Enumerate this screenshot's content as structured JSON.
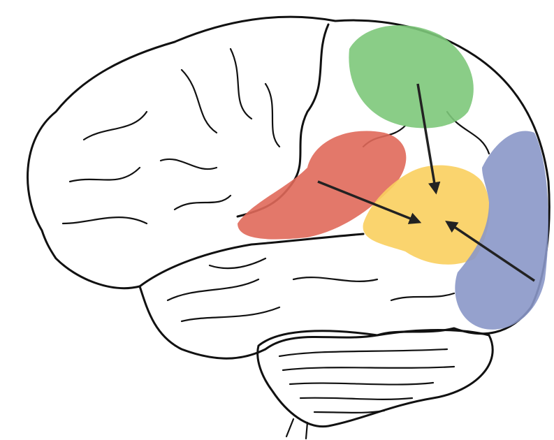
{
  "diagram": {
    "colors": {
      "outline": "#111111",
      "background": "#ffffff",
      "arrow": "#222222"
    },
    "regions": [
      {
        "id": "green-region",
        "color": "#7dc87a"
      },
      {
        "id": "red-region",
        "color": "#e0695a"
      },
      {
        "id": "yellow-region",
        "color": "#f9cf5e"
      },
      {
        "id": "blue-region",
        "color": "#8a97c8"
      }
    ],
    "arrows": [
      {
        "from": "green-region",
        "to": "yellow-region"
      },
      {
        "from": "red-region",
        "to": "yellow-region"
      },
      {
        "from": "blue-region",
        "to": "yellow-region"
      }
    ]
  }
}
